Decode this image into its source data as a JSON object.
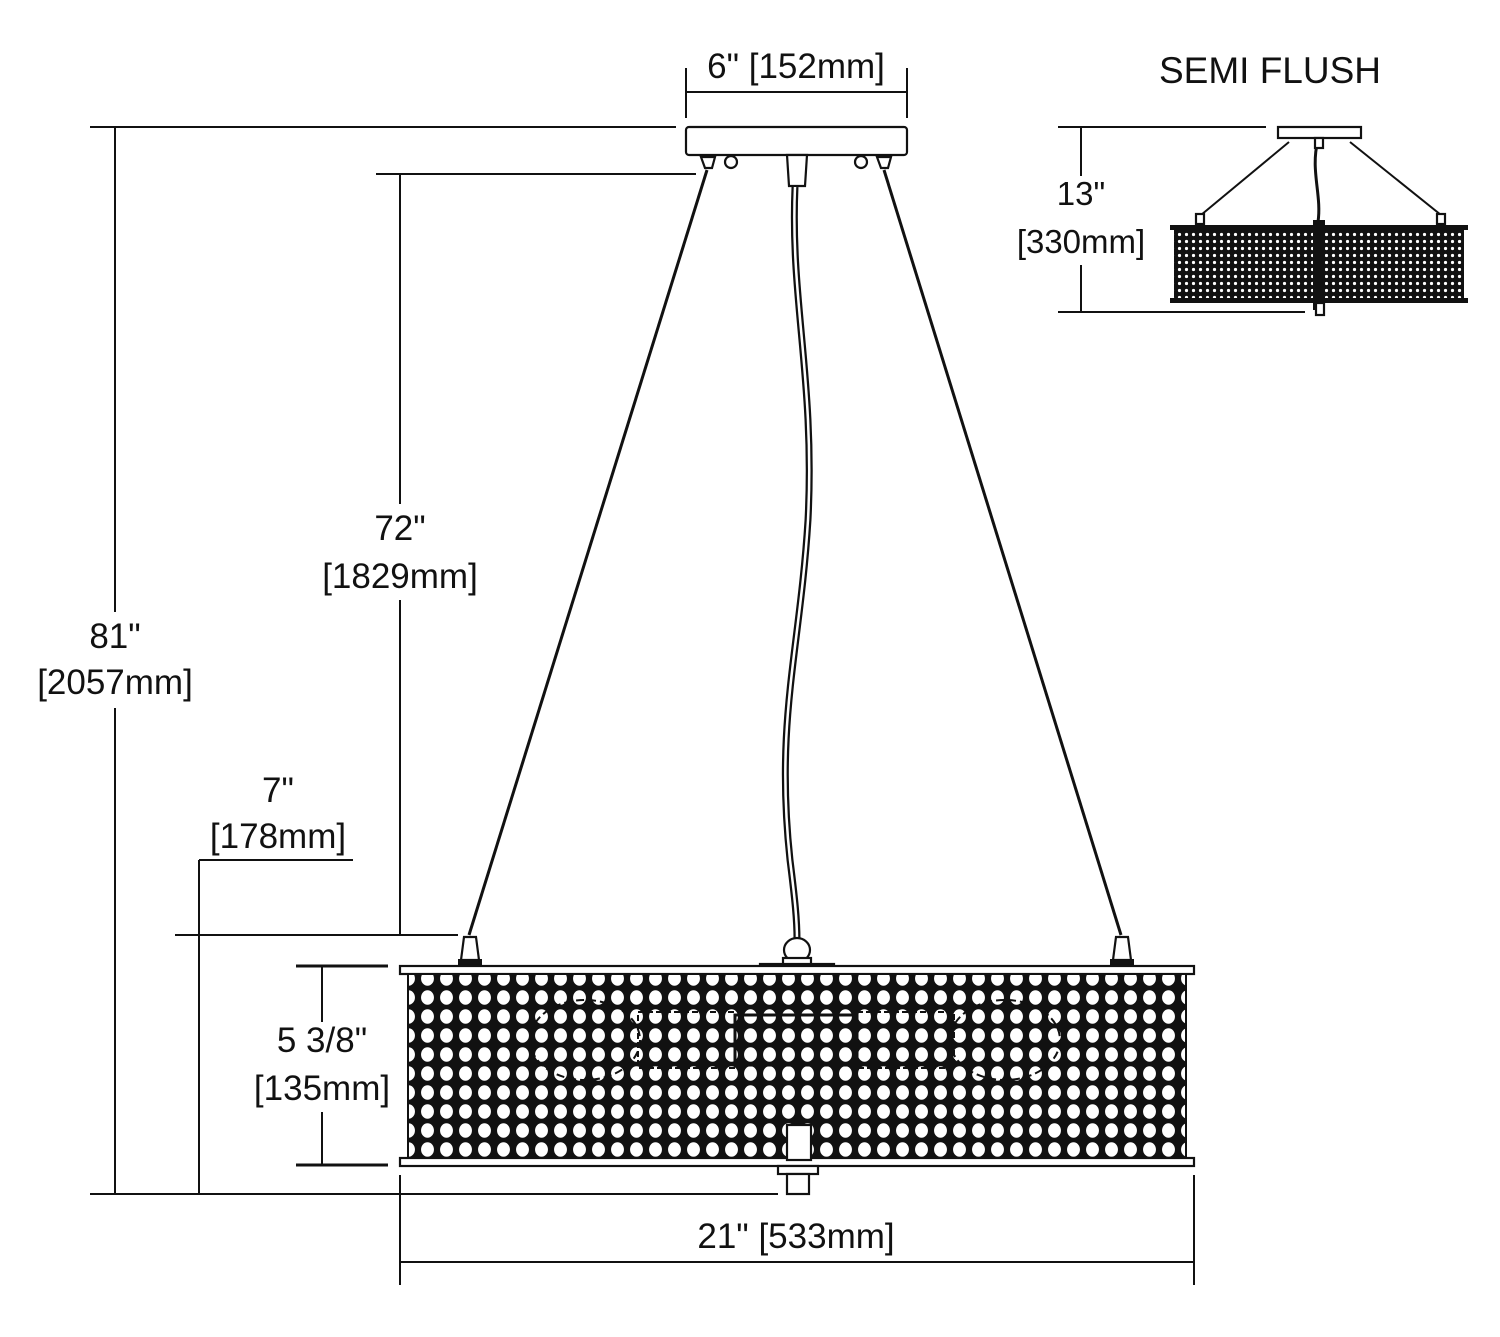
{
  "drawing": {
    "colors": {
      "line": "#111111",
      "background": "#ffffff"
    },
    "dimensions": {
      "canopy_width": "6\" [152mm]",
      "overall_height_in": "81\"",
      "overall_height_mm": "[2057mm]",
      "chain_length_in": "72\"",
      "chain_length_mm": "[1829mm]",
      "hang_offset_in": "7\"",
      "hang_offset_mm": "[178mm]",
      "shade_height_in": "5 3/8\"",
      "shade_height_mm": "[135mm]",
      "shade_width": "21\" [533mm]"
    },
    "semi_flush": {
      "title": "SEMI FLUSH",
      "height_in": "13\"",
      "height_mm": "[330mm]"
    }
  }
}
